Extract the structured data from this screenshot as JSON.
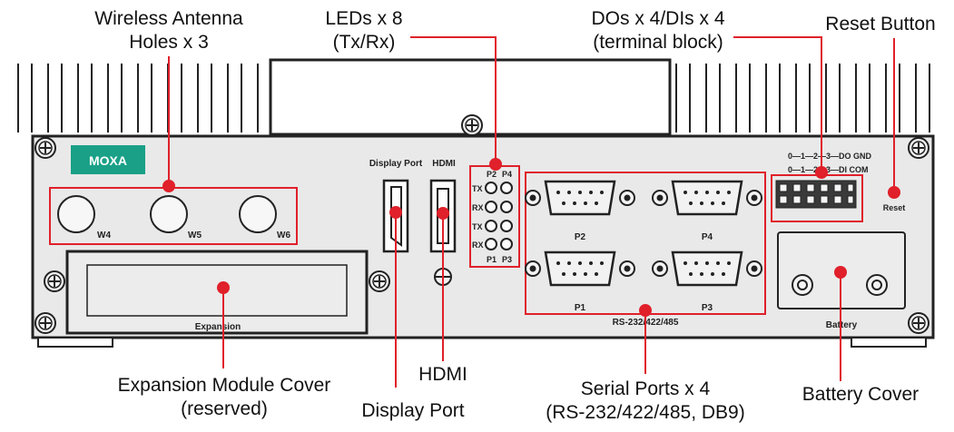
{
  "callouts": {
    "wireless_line1": "Wireless Antenna",
    "wireless_line2": "Holes x 3",
    "leds_line1": "LEDs x 8",
    "leds_line2": "(Tx/Rx)",
    "dio_line1": "DOs x 4/DIs x 4",
    "dio_line2": "(terminal block)",
    "reset": "Reset Button",
    "expansion_line1": "Expansion Module Cover",
    "expansion_line2": "(reserved)",
    "hdmi": "HDMI",
    "display_port": "Display Port",
    "serial_line1": "Serial Ports x 4",
    "serial_line2": "(RS-232/422/485, DB9)",
    "battery_cover": "Battery Cover"
  },
  "panel": {
    "brand": "MOXA",
    "antennas": [
      "W4",
      "W5",
      "W6"
    ],
    "expansion_label": "Expansion",
    "display_port_label": "Display Port",
    "hdmi_label": "HDMI",
    "led_labels": {
      "p2": "P2",
      "p4": "P4",
      "p1": "P1",
      "p3": "P3",
      "tx": "TX",
      "rx": "RX"
    },
    "serial_ports": [
      "P2",
      "P4",
      "P1",
      "P3"
    ],
    "serial_label": "RS-232/422/485",
    "dio_top": "0—1—2—3—DO GND",
    "dio_bottom": "0—1—2—3—DI  COM",
    "reset_label": "Reset",
    "battery_label": "Battery"
  },
  "colors": {
    "accent": "#e0202a",
    "brand": "#19a087",
    "panel": "#e9e9e9",
    "outline": "#222222"
  }
}
